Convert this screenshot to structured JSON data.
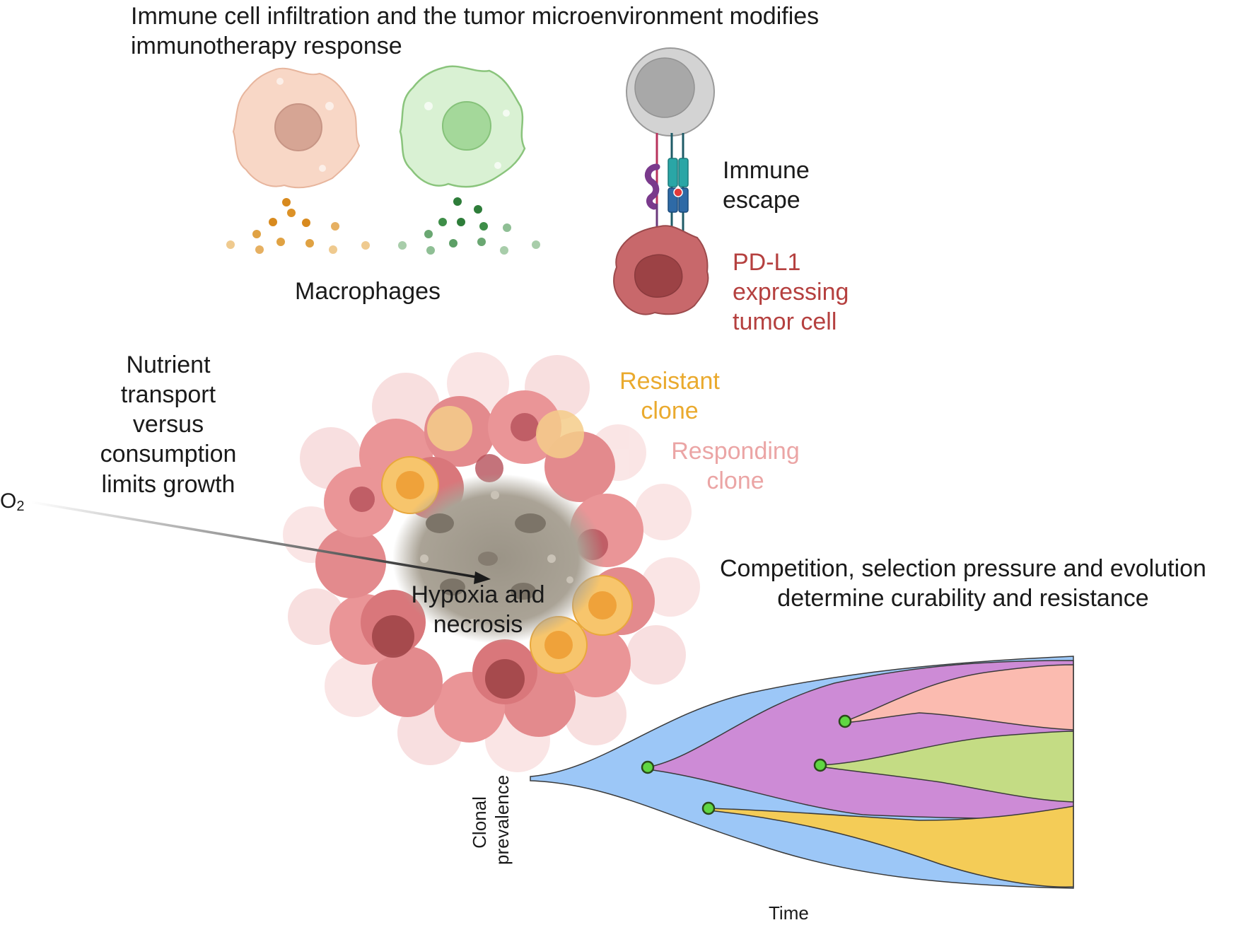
{
  "top": {
    "title_line1": "Immune cell infiltration and the tumor microenvironment modifies",
    "title_line2": "immunotherapy response",
    "macrophages_label": "Macrophages",
    "immune_escape_line1": "Immune",
    "immune_escape_line2": "escape",
    "pdl1_line1": "PD-L1",
    "pdl1_line2": "expressing",
    "pdl1_line3": "tumor cell"
  },
  "tumor": {
    "nutrient_line1": "Nutrient",
    "nutrient_line2": "transport",
    "nutrient_line3": "versus",
    "nutrient_line4": "consumption",
    "nutrient_line5": "limits growth",
    "o2_label": "O",
    "o2_subscript": "2",
    "resistant_line1": "Resistant",
    "resistant_line2": "clone",
    "responding_line1": "Responding",
    "responding_line2": "clone",
    "hypoxia_line1": "Hypoxia and",
    "hypoxia_line2": "necrosis"
  },
  "evolution": {
    "title_line1": "Competition, selection pressure and evolution",
    "title_line2": "determine curability and resistance",
    "y_axis_line1": "Clonal",
    "y_axis_line2": "prevalence",
    "x_axis": "Time"
  },
  "colors": {
    "text": "#1a1a1a",
    "pdl1_text": "#b5403f",
    "resistant_text": "#eaaa2e",
    "responding_text": "#eba5a5",
    "clone_blue": "#9cc7f7",
    "clone_purple": "#cd8bd6",
    "clone_pink": "#fbbbb0",
    "clone_green": "#c4dc84",
    "clone_yellow": "#f4cc57",
    "node_green": "#5fd642"
  }
}
